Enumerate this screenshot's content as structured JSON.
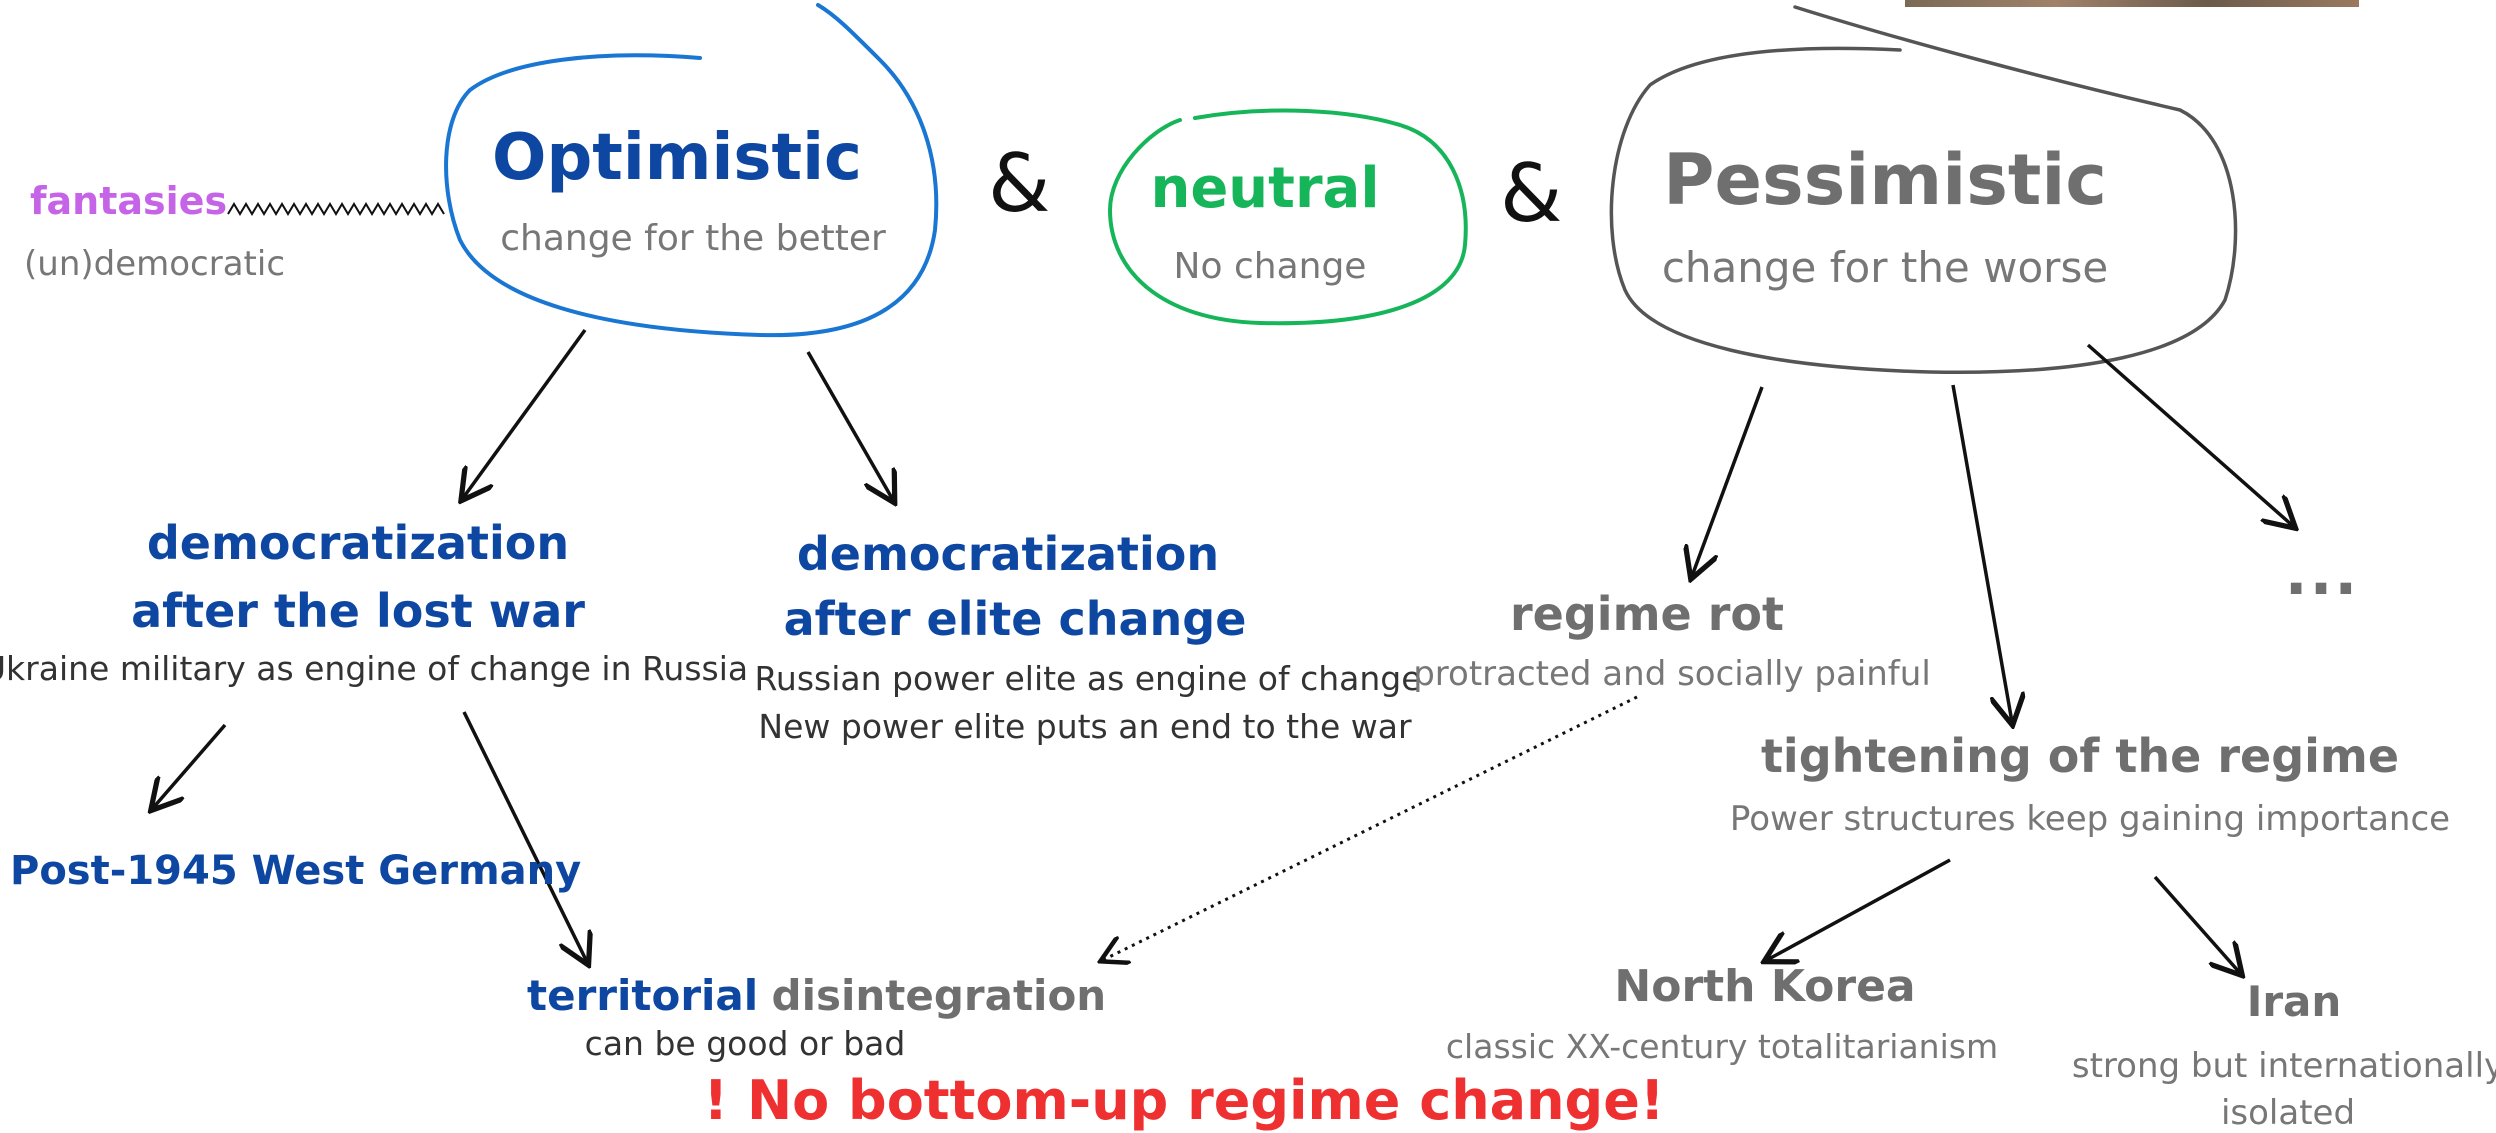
{
  "optimistic": {
    "title": "Optimistic",
    "subtitle": "change for the better"
  },
  "neutral": {
    "title": "neutral",
    "subtitle": "No change"
  },
  "pessimistic": {
    "title": "Pessimistic",
    "subtitle": "change for the worse"
  },
  "ampersand": "&",
  "side_note": {
    "label": "fantasies",
    "sub": "(un)democratic"
  },
  "optimistic_branches": [
    {
      "title_line1": "democratization",
      "title_line2": "after the lost war",
      "lines": [
        "Ukraine military as engine of change in Russia"
      ]
    },
    {
      "title_line1": "democratization",
      "title_line2": "after elite change",
      "lines": [
        "Russian power elite as engine of change",
        "New power elite puts an end to the war"
      ]
    }
  ],
  "west_germany": "Post-1945 West Germany",
  "territorial": {
    "word1": "territorial",
    "word2": "disintegration",
    "sub": "can be good or bad"
  },
  "pessimistic_branches": {
    "regime_rot": {
      "title": "regime rot",
      "sub": "protracted and socially painful"
    },
    "tightening": {
      "title": "tightening of the regime",
      "sub": "Power structures keep gaining importance"
    },
    "more": "..."
  },
  "north_korea": {
    "title": "North Korea",
    "sub": "classic XX-century totalitarianism"
  },
  "iran": {
    "title": "Iran",
    "sub_line1": "strong but internationally",
    "sub_line2": "isolated"
  },
  "footer": "! No bottom-up regime change!",
  "colors": {
    "blue": "#0d47a1",
    "outline_blue": "#1976d2",
    "green": "#16b55a",
    "gray": "#777777",
    "purple": "#c564e6",
    "red": "#ee3030"
  }
}
